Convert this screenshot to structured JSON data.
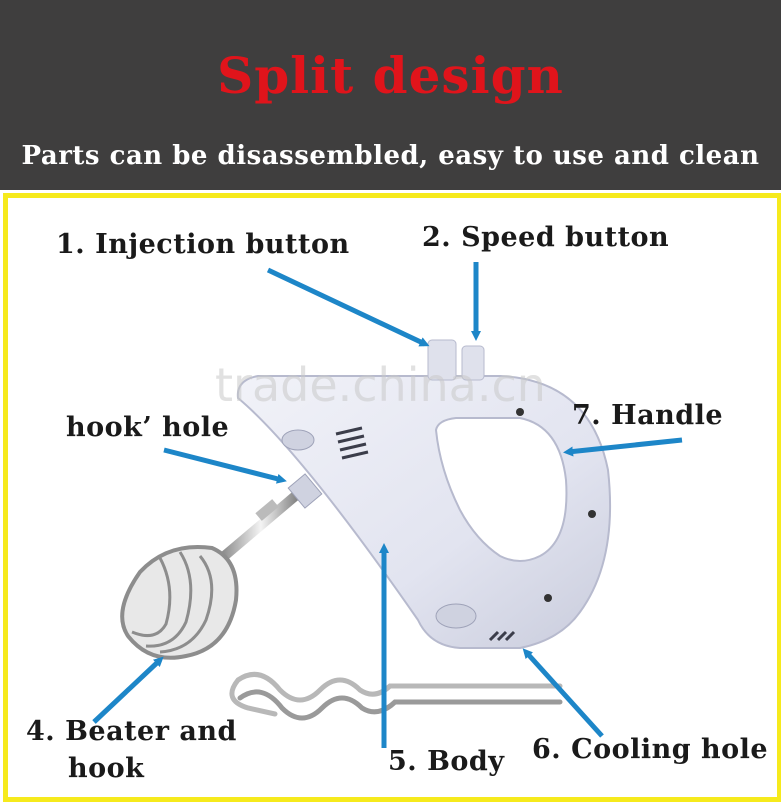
{
  "header": {
    "title": "Split design",
    "subtitle": "Parts can be disassembled, easy to use and clean"
  },
  "labels": {
    "injection_button": "1. Injection button",
    "speed_button": "2. Speed button",
    "hook_hole": "hook’ hole",
    "handle": "7. Handle",
    "beater_line1": "4. Beater and",
    "beater_line2": "hook",
    "body": "5. Body",
    "cooling_hole": "6. Cooling hole"
  },
  "watermark": "trade.china.cn",
  "colors": {
    "header_bg": "#3f3e3e",
    "title": "#e0141b",
    "frame_border": "#f6ea1c",
    "arrow": "#1d86c8",
    "body": "#e4e6f2"
  }
}
